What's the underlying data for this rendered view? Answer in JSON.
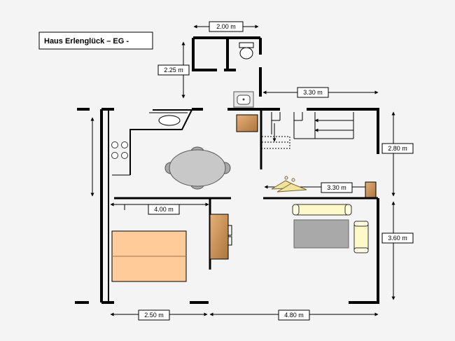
{
  "title": "Haus Erlenglück – EG -",
  "dimensions": {
    "top_width": "2.00 m",
    "wc_height": "2.25 m",
    "hall_width": "3.30 m",
    "right_upper_height": "2.80 m",
    "mid_right_width": "3.30 m",
    "kitchen_width": "4.00 m",
    "right_lower_height": "3.60 m",
    "bottom_left_width": "2.50 m",
    "bottom_right_width": "4.80 m"
  },
  "colors": {
    "wall": "#000000",
    "background": "#f4f4f4",
    "bed": "#ffcc99",
    "wood": "#cc9966",
    "table": "#c8c8c8",
    "sofa": "#fff8c8",
    "rug": "#a9a9a9"
  }
}
